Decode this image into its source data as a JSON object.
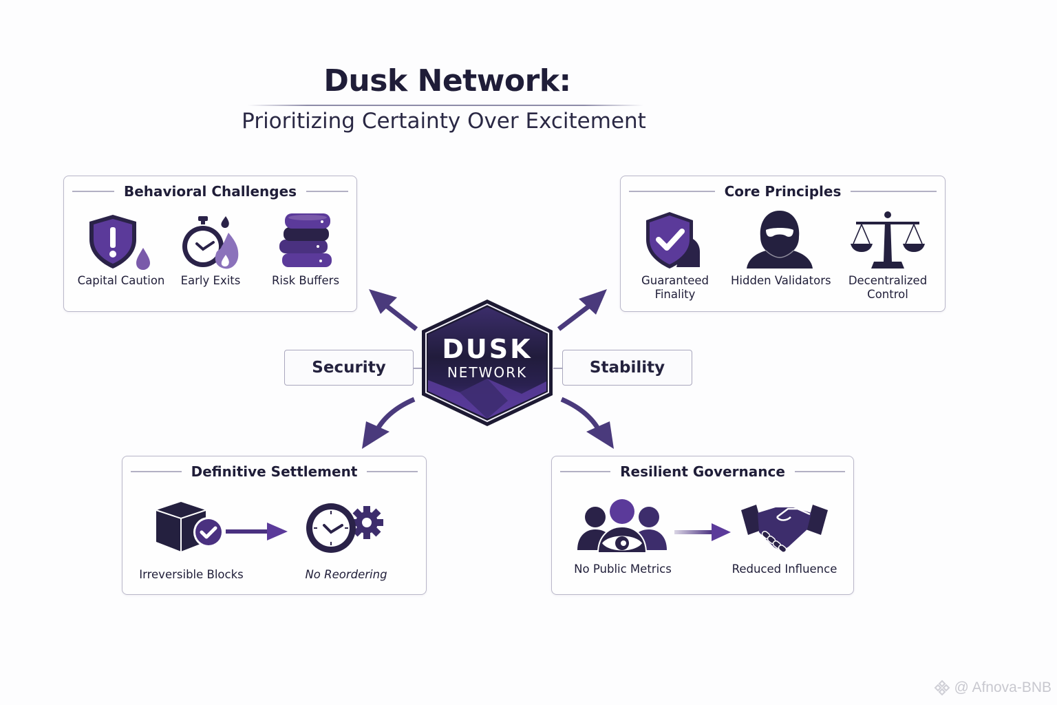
{
  "header": {
    "title": "Dusk Network:",
    "subtitle": "Prioritizing Certainty Over Excitement"
  },
  "center": {
    "logo_line1": "DUSK",
    "logo_line2": "NETWORK",
    "left_pill": "Security",
    "right_pill": "Stability"
  },
  "cards": {
    "behavioral": {
      "title": "Behavioral Challenges",
      "items": [
        {
          "label": "Capital Caution",
          "icon": "shield-alert-icon"
        },
        {
          "label": "Early Exits",
          "icon": "stopwatch-fire-icon"
        },
        {
          "label": "Risk Buffers",
          "icon": "stacked-disks-icon"
        }
      ]
    },
    "core": {
      "title": "Core Principles",
      "items": [
        {
          "label_line1": "Guaranteed",
          "label_line2": "Finality",
          "icon": "shield-check-icon"
        },
        {
          "label_line1": "Hidden Validators",
          "label_line2": "",
          "icon": "hooded-figure-icon"
        },
        {
          "label_line1": "Decentralized",
          "label_line2": "Control",
          "icon": "balance-scale-icon"
        }
      ]
    },
    "settlement": {
      "title": "Definitive Settlement",
      "items": [
        {
          "label": "Irreversible Blocks",
          "icon": "cube-check-icon"
        },
        {
          "label": "No Reordering",
          "icon": "clock-gear-icon"
        }
      ]
    },
    "governance": {
      "title": "Resilient Governance",
      "items": [
        {
          "label": "No Public Metrics",
          "icon": "group-eye-icon"
        },
        {
          "label": "Reduced Influence",
          "icon": "handshake-icon"
        }
      ]
    }
  },
  "colors": {
    "navy": "#24203f",
    "purple": "#5b3a9a",
    "light_purple": "#7a63a8",
    "border": "#b9b7c9"
  },
  "watermark": "@ Afnova-BNB"
}
